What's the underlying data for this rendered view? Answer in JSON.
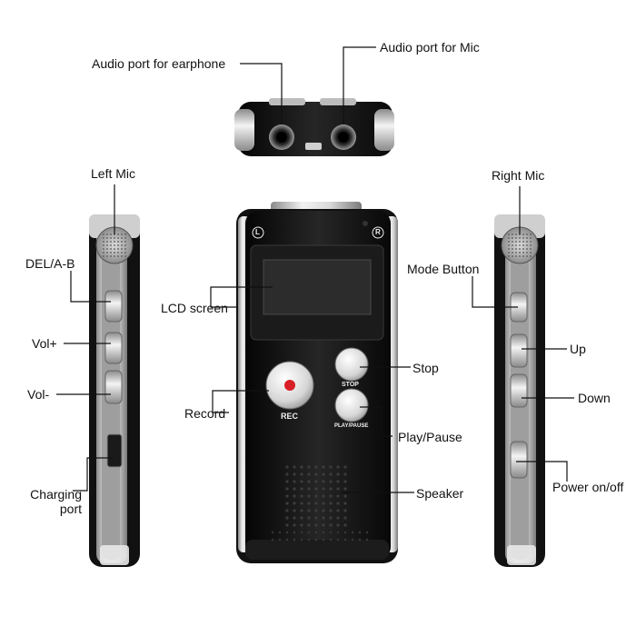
{
  "labels": {
    "earphone_port": "Audio port for earphone",
    "mic_port": "Audio port for Mic",
    "left_mic": "Left Mic",
    "right_mic": "Right Mic",
    "del_ab": "DEL/A-B",
    "vol_plus": "Vol+",
    "vol_minus": "Vol-",
    "charging_port_line1": "Charging",
    "charging_port_line2": "port",
    "lcd_screen": "LCD screen",
    "record": "Record",
    "mode_button": "Mode Button",
    "stop": "Stop",
    "play_pause": "Play/Pause",
    "speaker": "Speaker",
    "up": "Up",
    "down": "Down",
    "power": "Power on/off"
  },
  "device_markings": {
    "left_marker": "L",
    "right_marker": "R",
    "rec": "REC",
    "stop": "STOP",
    "play_pause": "PLAY/PAUSE"
  },
  "colors": {
    "body": "#161616",
    "metal": "#c9c9c9",
    "record_dot": "#d81f26",
    "lcd": "#2a2a2a"
  }
}
